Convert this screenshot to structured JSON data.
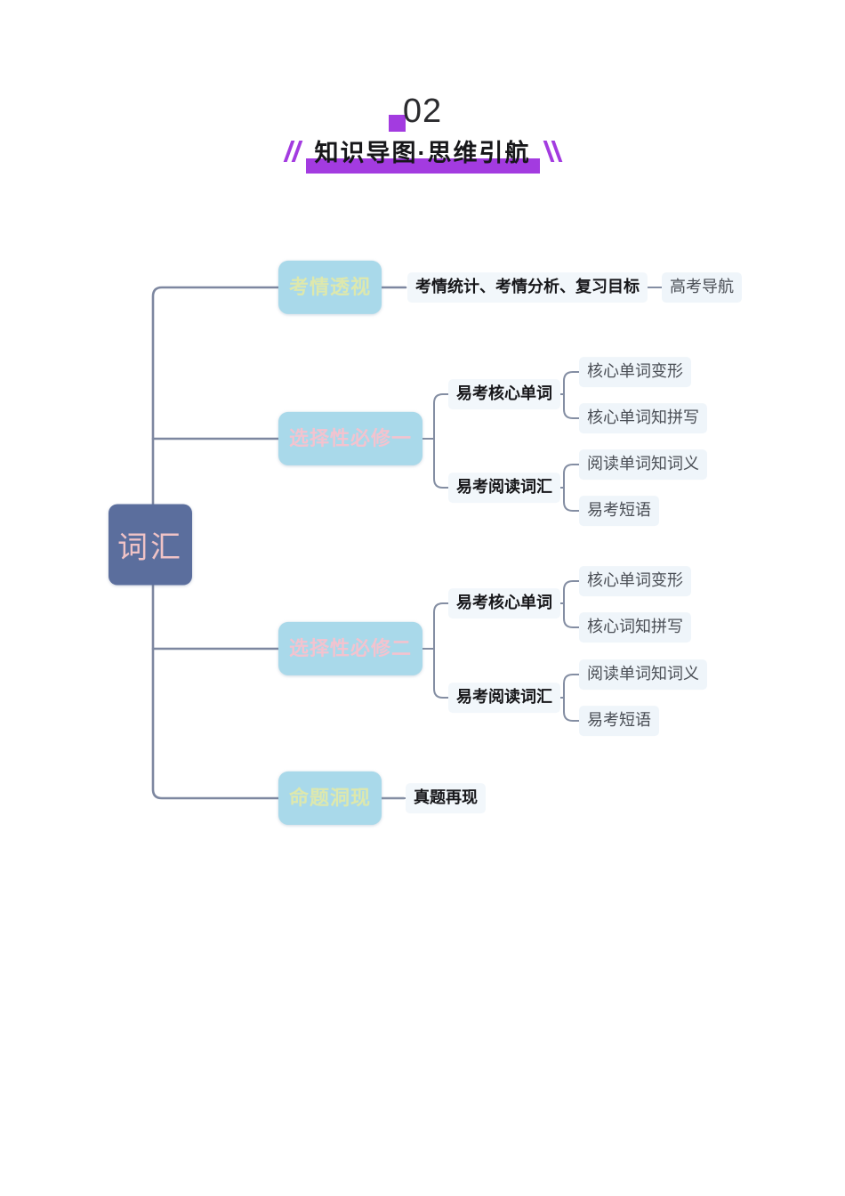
{
  "header": {
    "section_number": "02",
    "title": "知识导图·思维引航",
    "accent_color": "#a33be0",
    "title_color": "#17171a"
  },
  "colors": {
    "root_bg": "#5b6e9d",
    "root_text": "#f0c3c6",
    "branch_bg": "#a9d9ea",
    "branch_text_green": "#dde8ad",
    "branch_text_pink": "#f3c3cf",
    "subnode_bg": "#eff5fa",
    "subnode_bold_text": "#17171a",
    "leaf_text": "#4a4e55",
    "connector_line": "#7d87a0"
  },
  "mindmap": {
    "root": "词汇",
    "branch1": {
      "label": "考情透视",
      "child": "考情统计、考情分析、复习目标",
      "grandchild": "高考导航"
    },
    "branch2": {
      "label": "选择性必修一",
      "group1": {
        "label": "易考核心单词",
        "items": [
          "核心单词变形",
          "核心单词知拼写"
        ]
      },
      "group2": {
        "label": "易考阅读词汇",
        "items": [
          "阅读单词知词义",
          "易考短语"
        ]
      }
    },
    "branch3": {
      "label": "选择性必修二",
      "group1": {
        "label": "易考核心单词",
        "items": [
          "核心单词变形",
          "核心词知拼写"
        ]
      },
      "group2": {
        "label": "易考阅读词汇",
        "items": [
          "阅读单词知词义",
          "易考短语"
        ]
      }
    },
    "branch4": {
      "label": "命题洞现",
      "child": "真题再现"
    }
  }
}
